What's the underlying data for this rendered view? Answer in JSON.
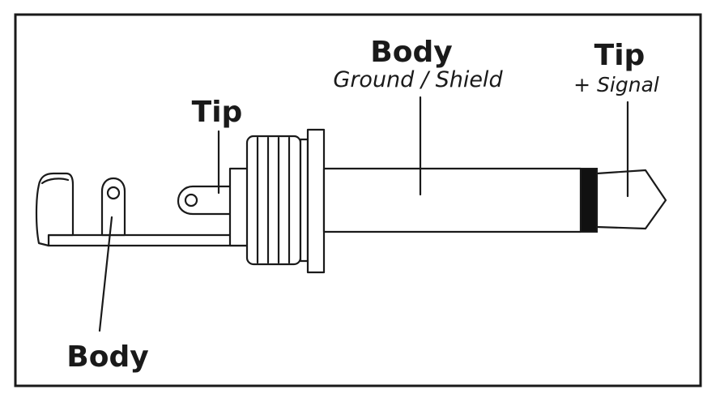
{
  "labels": {
    "body_main": "Body",
    "body_sub": "Ground / Shield",
    "tip_main": "Tip",
    "tip_sub": "+ Signal",
    "tip_lug": "Tip",
    "body_lug": "Body"
  },
  "colors": {
    "stroke": "#1a1a1a",
    "background": "#ffffff",
    "insulator_ring": "#111111"
  }
}
